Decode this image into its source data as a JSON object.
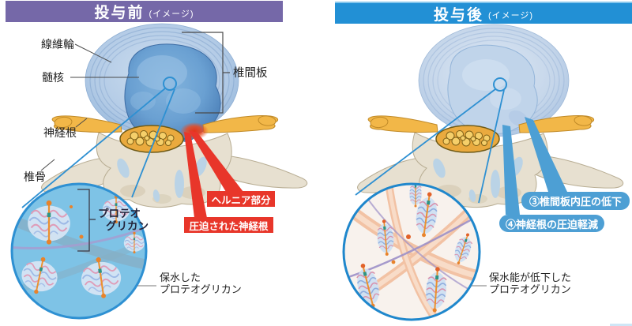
{
  "colors": {
    "before_header_bg": "#7568a8",
    "after_header_bg": "#2290d5",
    "alert_red": "#e8362a",
    "callout_blue": "#4d9fd4",
    "magnifier_blue": "#2e90d2",
    "disc_blue": "#6aa0d2",
    "nerve_yellow": "#f2b748"
  },
  "before": {
    "header": {
      "title": "投与前",
      "suffix": "(イメージ)"
    },
    "labels": {
      "annulus": "線維輪",
      "nucleus": "髄核",
      "disc": "椎間板",
      "nerve_root": "神経根",
      "vertebra": "椎骨",
      "proteoglycan": [
        "プロテオ",
        "グリカン"
      ],
      "hydrated": [
        "保水した",
        "プロテオグリカン"
      ]
    },
    "callouts": {
      "hernia": "ヘルニア部分",
      "compressed_nerve": "圧迫された神経根"
    }
  },
  "after": {
    "header": {
      "title": "投与後",
      "suffix": "(イメージ)"
    },
    "callouts": {
      "pressure_drop": "③椎間板内圧の低下",
      "compression_relief": "④神経根の圧迫軽減"
    },
    "labels": {
      "dehydrated": [
        "保水能が低下した",
        "プロテオグリカン"
      ]
    }
  }
}
